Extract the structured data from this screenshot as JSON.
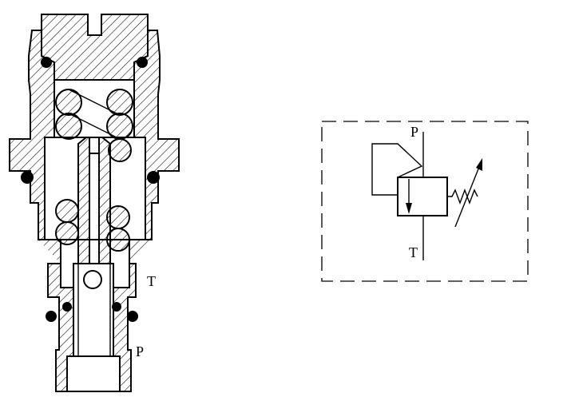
{
  "cross_section": {
    "port_upper_label": "T",
    "port_lower_label": "P"
  },
  "hydraulic_symbol": {
    "port_top_label": "P",
    "port_bottom_label": "T"
  }
}
